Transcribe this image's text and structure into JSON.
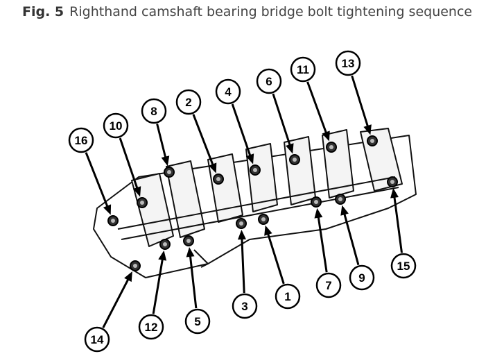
{
  "figure": {
    "label": "Fig. 5",
    "caption": "Righthand camshaft bearing bridge bolt tightening sequence"
  },
  "callouts": [
    "16",
    "10",
    "8",
    "2",
    "4",
    "6",
    "11",
    "13",
    "15",
    "9",
    "7",
    "1",
    "3",
    "5",
    "12",
    "14"
  ]
}
